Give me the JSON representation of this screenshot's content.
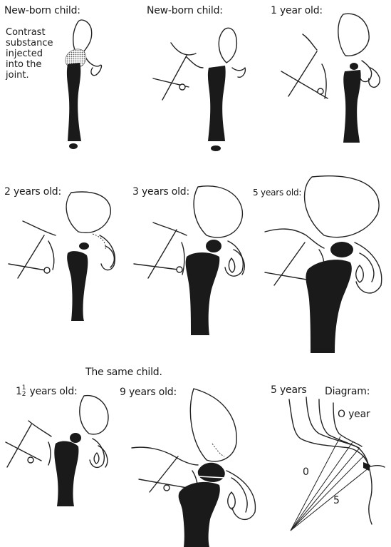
{
  "labels": {
    "p1": "New-born child:",
    "p2": "New-born child:",
    "p3": "1 year old:",
    "p4": "2 years old:",
    "p5": "3 years old:",
    "p6": "5 years old:",
    "same_child": "The same child.",
    "p7_whole": "1",
    "p7_num": "1",
    "p7_den": "2",
    "p7_rest": " years old:",
    "p8": "9 years old:",
    "p9_years": "5 years",
    "p9_title": "Diagram:",
    "p9_zero_year": "O year",
    "p9_angle_0": "0",
    "p9_angle_5": "5"
  },
  "note": {
    "line1": "Contrast",
    "line2": "substance",
    "line3": "injected",
    "line4": "into the",
    "line5": "joint."
  },
  "colors": {
    "bone": "#1a1a1a",
    "outline": "#222222",
    "contrast_hatch": "#555555"
  }
}
